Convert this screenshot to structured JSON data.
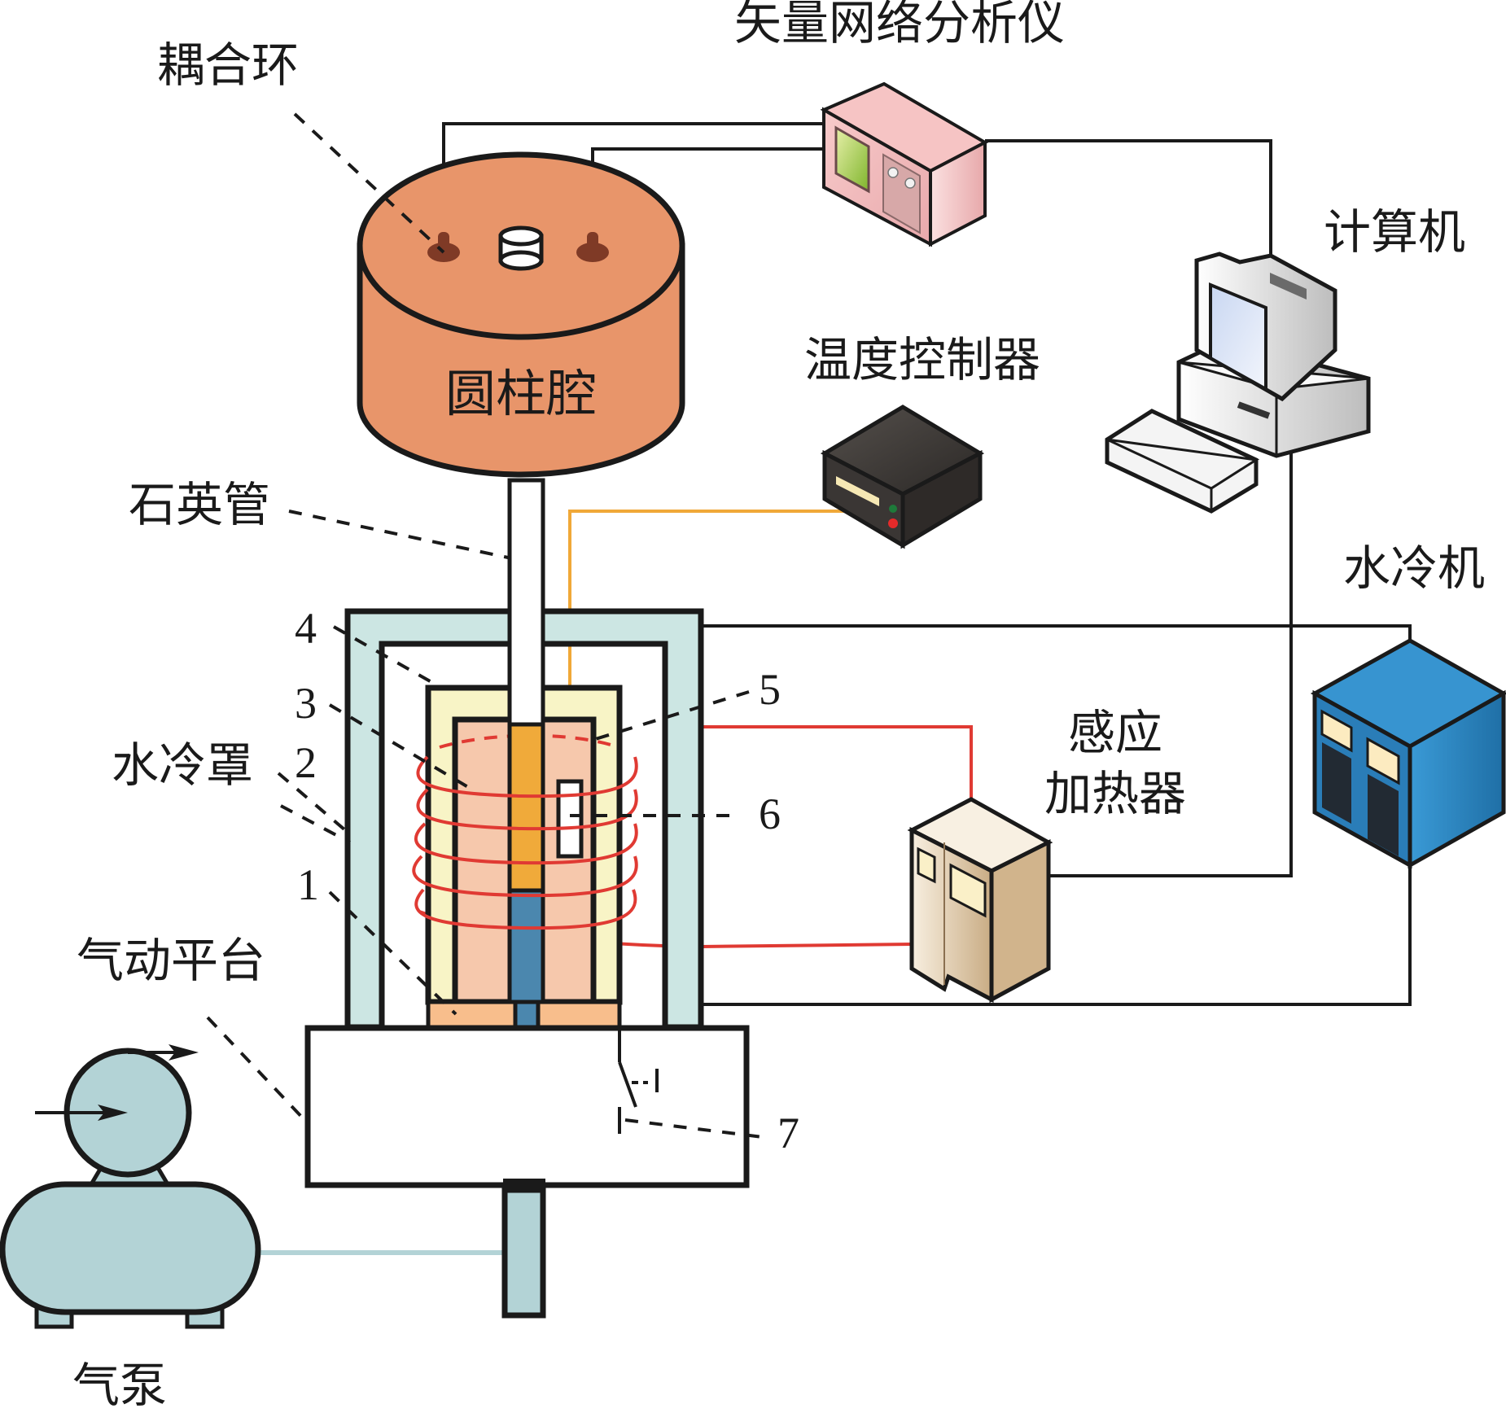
{
  "figure": {
    "labels": {
      "coupling_ring": "耦合环",
      "vna": "矢量网络分析仪",
      "computer": "计算机",
      "temp_controller": "温度控制器",
      "cylinder_cavity": "圆柱腔",
      "quartz_tube": "石英管",
      "water_chiller": "水冷机",
      "water_jacket": "水冷罩",
      "induction_heater_line1": "感应",
      "induction_heater_line2": "加热器",
      "pneumatic_platform": "气动平台",
      "air_pump": "气泵"
    },
    "callout_numbers": {
      "n1": "1",
      "n2": "2",
      "n3": "3",
      "n4": "4",
      "n5": "5",
      "n6": "6",
      "n7": "7"
    },
    "colors": {
      "cavity": "#E8956A",
      "coupling_loop": "#7F3A26",
      "water_jacket": "#CCE6E3",
      "insulation_outer": "#F8F4C6",
      "insulation_inner": "#F6C8AC",
      "base_plate": "#F8BE8C",
      "sample": "#F0AA3A",
      "rod": "#4B87AE",
      "pump": "#B3D3D6",
      "coil": "#E03A33",
      "thermocouple_wire": "#F0A838",
      "vna_body": "#F2B8B8",
      "chiller_body": "#2E86C1",
      "heater_body": "#E8D7B8",
      "temp_ctrl_body": "#3E3A38"
    }
  }
}
